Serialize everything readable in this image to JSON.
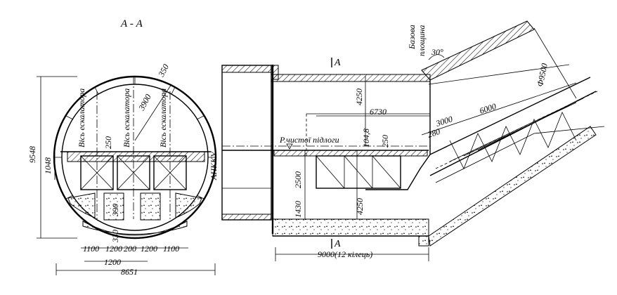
{
  "section_title": "А - А",
  "section_mark_top": "А",
  "section_mark_bottom": "А",
  "labels": {
    "escalator_axis_1": "Вісь ескалатора",
    "escalator_axis_2": "Вісь ескалатора",
    "escalator_axis_3": "Вісь ескалатора",
    "clean_floor": "Р.чистої підлоги",
    "base_plate_line1": "Базова",
    "base_plate_line2": "площина",
    "ankku": "АНККУ"
  },
  "dimensions": {
    "height_total": "9548",
    "h_1048": "1048",
    "d_350": "350",
    "d_3900": "3900",
    "d_250_left": "250",
    "d_390": "390",
    "d_330": "330",
    "d_1100_left": "1100",
    "d_1200_mid": "1200",
    "d_200": "200",
    "d_1200_right": "1200",
    "d_1100_right": "1100",
    "d_1200_bottom": "1200",
    "width_total": "8651",
    "d_4250_top": "4250",
    "d_6730": "6730",
    "d_104_8": "104,8",
    "d_250_right": "250",
    "d_2500": "2500",
    "d_1430": "1430",
    "d_4250_bottom": "4250",
    "length_9000": "9000(12 кілець)",
    "d_3000": "3000",
    "d_6000": "6000",
    "d_280": "280",
    "angle_30": "30°",
    "d_phi_9500": "Ф9500"
  }
}
